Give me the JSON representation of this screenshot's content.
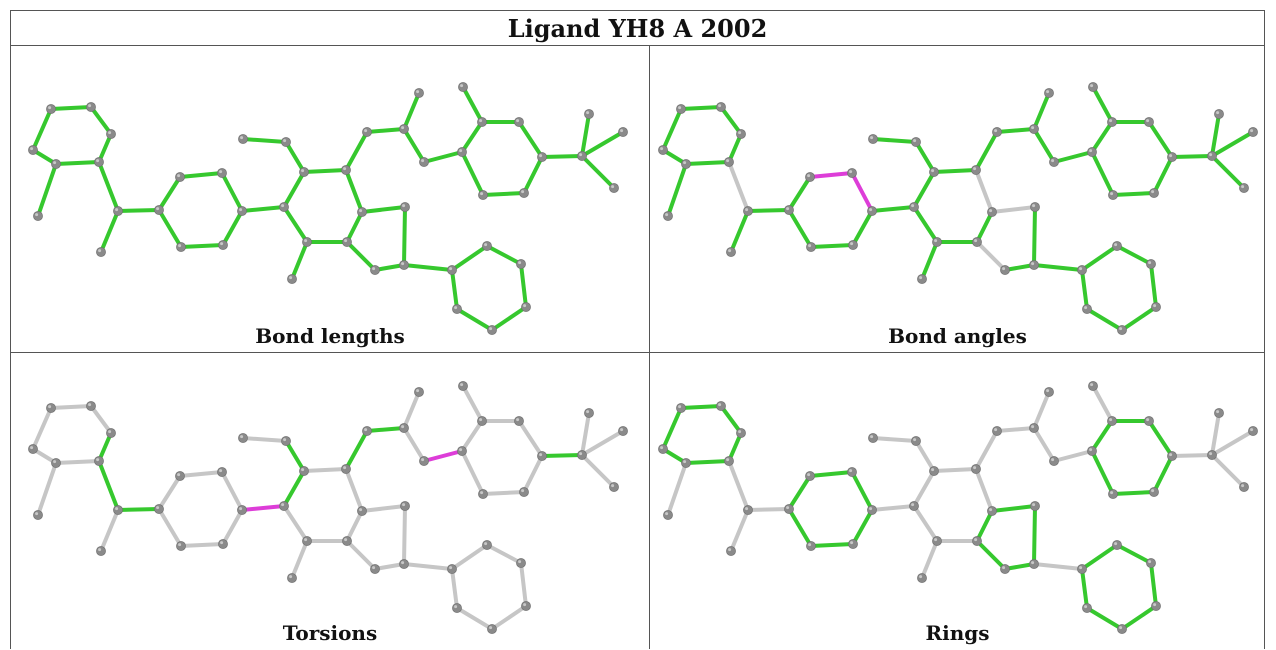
{
  "title": "Ligand YH8 A 2002",
  "colors": {
    "atom": "#8a8a8a",
    "atom_highlight": "#c8c8c8",
    "neutral_bond": "#c6c6c6",
    "green_bond": "#36c82e",
    "magenta_bond": "#dd3dd8",
    "border": "#555555"
  },
  "panels": [
    {
      "id": "bond-lengths",
      "caption": "Bond lengths",
      "green": "all",
      "magenta": []
    },
    {
      "id": "bond-angles",
      "caption": "Bond angles",
      "green": "all-except-neutral",
      "magenta": [
        "b22-b23",
        "b23-b18"
      ]
    },
    {
      "id": "torsions",
      "caption": "Torsions",
      "green": [
        "a5-a6",
        "a6-a7",
        "c3-c6",
        "c6-c7",
        "c12-c13",
        "c13-c14",
        "d2-d3",
        "e4-e1"
      ],
      "magenta": [
        "b23-c1",
        "d3-d4"
      ]
    },
    {
      "id": "rings",
      "caption": "Rings",
      "green": "rings",
      "magenta": []
    }
  ]
}
